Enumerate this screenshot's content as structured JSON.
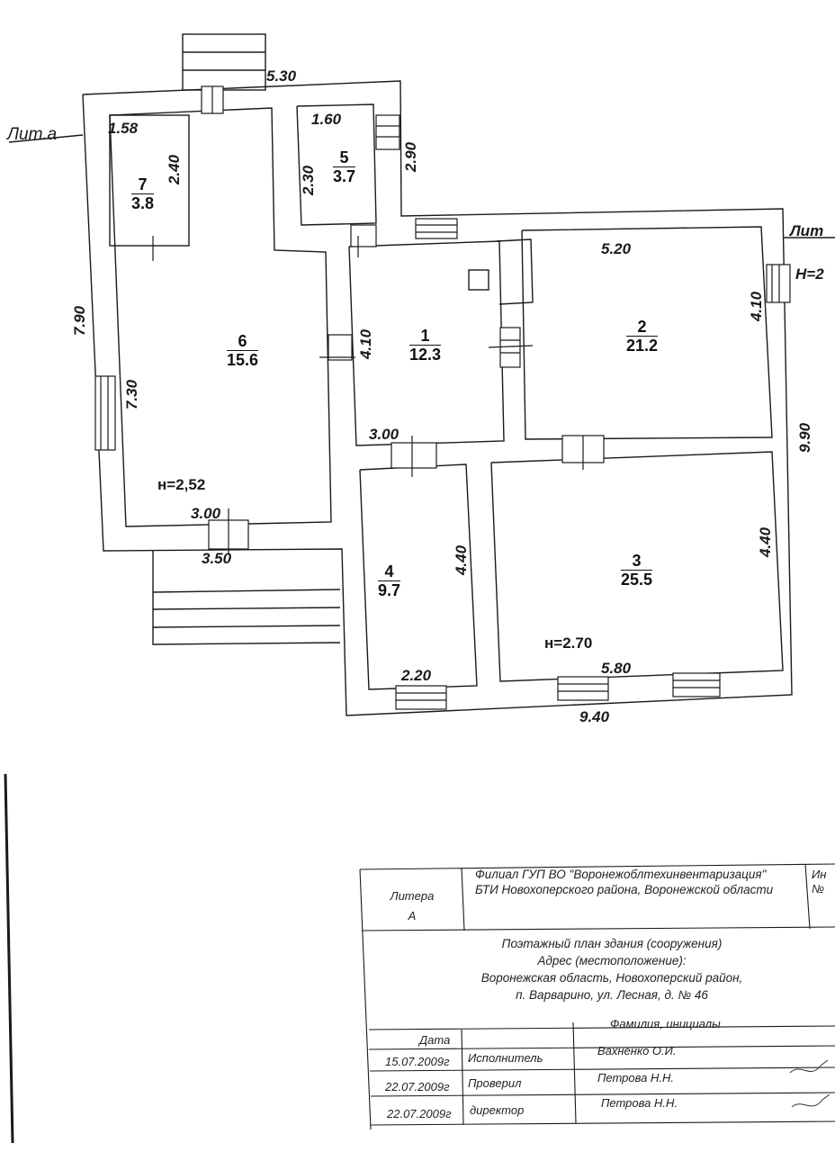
{
  "plan": {
    "side_label_left": "Лит.а",
    "side_label_right": "Лит",
    "side_label_right_height": "Н=2",
    "dimensions": {
      "top_530": "5.30",
      "d_158": "1.58",
      "d_160": "1.60",
      "d_290": "2.90",
      "d_240": "2.40",
      "d_230": "2.30",
      "d_520": "5.20",
      "d_410_right": "4.10",
      "d_790": "7.90",
      "d_410_mid": "4.10",
      "d_730": "7.30",
      "d_990": "9.90",
      "d_300_mid": "3.00",
      "d_300_left": "3.00",
      "d_350": "3.50",
      "d_440_mid": "4.40",
      "d_440_right": "4.40",
      "d_220": "2.20",
      "d_580": "5.80",
      "d_940": "9.40"
    },
    "heights": {
      "left": "н=2,52",
      "right": "н=2.70"
    },
    "rooms": [
      {
        "number": "7",
        "area": "3.8"
      },
      {
        "number": "5",
        "area": "3.7"
      },
      {
        "number": "6",
        "area": "15.6"
      },
      {
        "number": "1",
        "area": "12.3"
      },
      {
        "number": "2",
        "area": "21.2"
      },
      {
        "number": "4",
        "area": "9.7"
      },
      {
        "number": "3",
        "area": "25.5"
      }
    ]
  },
  "stamp": {
    "litera_label": "Литера",
    "litera_value": "А",
    "org_line1": "Филиал ГУП ВО \"Воронежоблтехинвентаризация\"",
    "org_line2": "БТИ Новохоперского района, Воронежской области",
    "inv_label_1": "Ин",
    "inv_label_2": "№",
    "title_line1": "Поэтажный план здания (сооружения)",
    "title_line2": "Адрес (местоположение):",
    "title_line3": "Воронежская область, Новохоперский район,",
    "title_line4": "п. Варварино, ул. Лесная, д. № 46",
    "table_header_date": "Дата",
    "table_header_name": "Фамилия, инициалы",
    "rows": [
      {
        "date": "15.07.2009г",
        "role": "Исполнитель",
        "name": "Вахненко О.И."
      },
      {
        "date": "22.07.2009г",
        "role": "Проверил",
        "name": "Петрова Н.Н."
      },
      {
        "date": "22.07.2009г",
        "role": "директор",
        "name": "Петрова Н.Н."
      }
    ]
  }
}
